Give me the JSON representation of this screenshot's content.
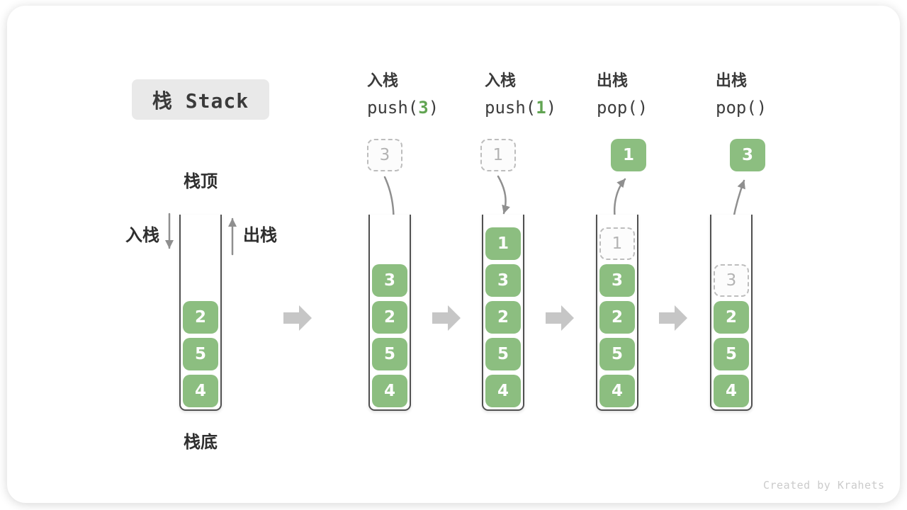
{
  "title": "栈 Stack",
  "watermark": "Created by Krahets",
  "labels": {
    "stack_top": "栈顶",
    "stack_bottom": "栈底",
    "push": "入栈",
    "pop": "出栈"
  },
  "colors": {
    "box_green": "#8CBE80",
    "code_arg_green": "#61A452",
    "curve_arrow_gray": "#8F8F8F",
    "block_arrow_gray": "#C6C6C6",
    "ghost_gray": "#BDBDBD",
    "title_badge_bg": "#E9E9E9",
    "text_dark": "#3A3A3A"
  },
  "operations": [
    {
      "action": "入栈",
      "code_fn": "push(",
      "code_arg": "3",
      "code_close": ")"
    },
    {
      "action": "入栈",
      "code_fn": "push(",
      "code_arg": "1",
      "code_close": ")"
    },
    {
      "action": "出栈",
      "code_fn": "pop(",
      "code_arg": "",
      "code_close": ")"
    },
    {
      "action": "出栈",
      "code_fn": "pop(",
      "code_arg": "",
      "code_close": ")"
    }
  ],
  "stacks": [
    {
      "items": [
        {
          "v": "2"
        },
        {
          "v": "5"
        },
        {
          "v": "4"
        }
      ]
    },
    {
      "floating": {
        "v": "3",
        "ghost": true
      },
      "items": [
        {
          "v": "3"
        },
        {
          "v": "2"
        },
        {
          "v": "5"
        },
        {
          "v": "4"
        }
      ]
    },
    {
      "floating": {
        "v": "1",
        "ghost": true
      },
      "items": [
        {
          "v": "1"
        },
        {
          "v": "3"
        },
        {
          "v": "2"
        },
        {
          "v": "5"
        },
        {
          "v": "4"
        }
      ]
    },
    {
      "floating": {
        "v": "1",
        "ghost": false
      },
      "items": [
        {
          "v": "1",
          "ghost": true
        },
        {
          "v": "3"
        },
        {
          "v": "2"
        },
        {
          "v": "5"
        },
        {
          "v": "4"
        }
      ]
    },
    {
      "floating": {
        "v": "3",
        "ghost": false
      },
      "items": [
        {
          "v": "3",
          "ghost": true
        },
        {
          "v": "2"
        },
        {
          "v": "5"
        },
        {
          "v": "4"
        }
      ]
    }
  ]
}
